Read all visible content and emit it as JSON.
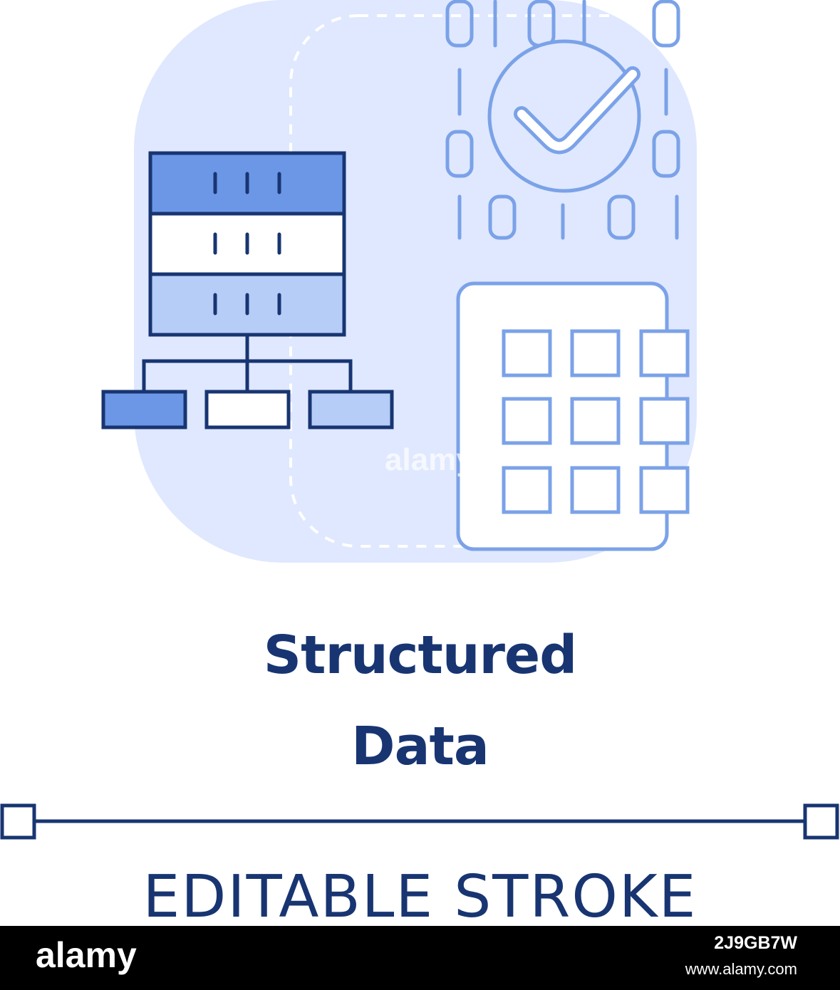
{
  "title": {
    "line1": "Structured",
    "line2": "Data"
  },
  "caption": "EDITABLE STROKE",
  "watermark": "alamy",
  "binary": {
    "top_row": [
      "0",
      "1",
      "0",
      "1",
      "0"
    ],
    "bottom_row": [
      "1",
      "0",
      "1",
      "0",
      "1"
    ]
  },
  "footer": {
    "logo": "alamy",
    "image_id": "2J9GB7W",
    "url": "www.alamy.com"
  },
  "colors": {
    "dark_navy": "#183572",
    "accent_blue": "#6b97e6",
    "light_blue": "#b5cdf7",
    "bg_blue": "#dfe8fe",
    "outline_blue": "#7ba2e8"
  },
  "icons": [
    "server-rack-icon",
    "hierarchy-tree-icon",
    "binary-check-icon",
    "grid-table-icon"
  ]
}
